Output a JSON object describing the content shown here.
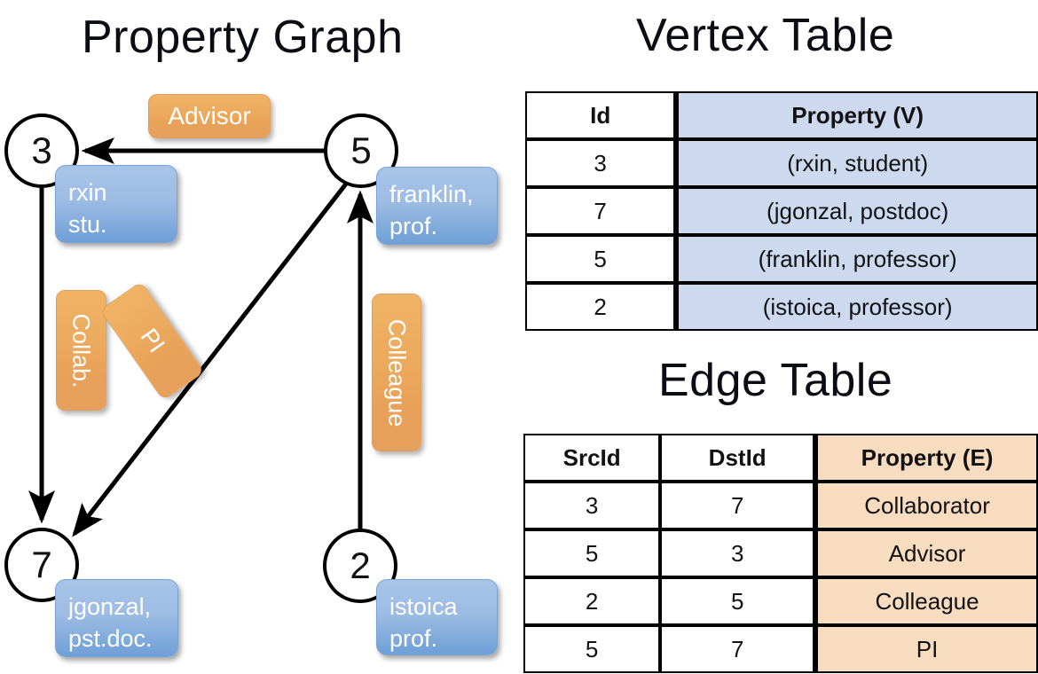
{
  "titles": {
    "property_graph": "Property Graph",
    "vertex_table": "Vertex Table",
    "edge_table": "Edge Table"
  },
  "graph": {
    "nodes": [
      {
        "id": "3",
        "property": "rxin\nstu."
      },
      {
        "id": "5",
        "property": "franklin,\nprof."
      },
      {
        "id": "7",
        "property": "jgonzal,\npst.doc."
      },
      {
        "id": "2",
        "property": "istoica\nprof."
      }
    ],
    "edge_labels": {
      "advisor": "Advisor",
      "collab": "Collab.",
      "pi": "PI",
      "colleague": "Colleague"
    }
  },
  "vertex_table": {
    "headers": [
      "Id",
      "Property (V)"
    ],
    "rows": [
      {
        "id": "3",
        "property": "(rxin, student)"
      },
      {
        "id": "7",
        "property": "(jgonzal, postdoc)"
      },
      {
        "id": "5",
        "property": "(franklin, professor)"
      },
      {
        "id": "2",
        "property": "(istoica, professor)"
      }
    ]
  },
  "edge_table": {
    "headers": [
      "SrcId",
      "DstId",
      "Property (E)"
    ],
    "rows": [
      {
        "src": "3",
        "dst": "7",
        "property": "Collaborator"
      },
      {
        "src": "5",
        "dst": "3",
        "property": "Advisor"
      },
      {
        "src": "2",
        "dst": "5",
        "property": "Colleague"
      },
      {
        "src": "5",
        "dst": "7",
        "property": "PI"
      }
    ]
  },
  "colors": {
    "vertex_property_fill": "#ccd9ef",
    "edge_property_fill": "#f7dcc0",
    "node_box_fill": "#9dbce4",
    "edge_label_fill": "#eaa95e",
    "stroke": "#000000"
  }
}
